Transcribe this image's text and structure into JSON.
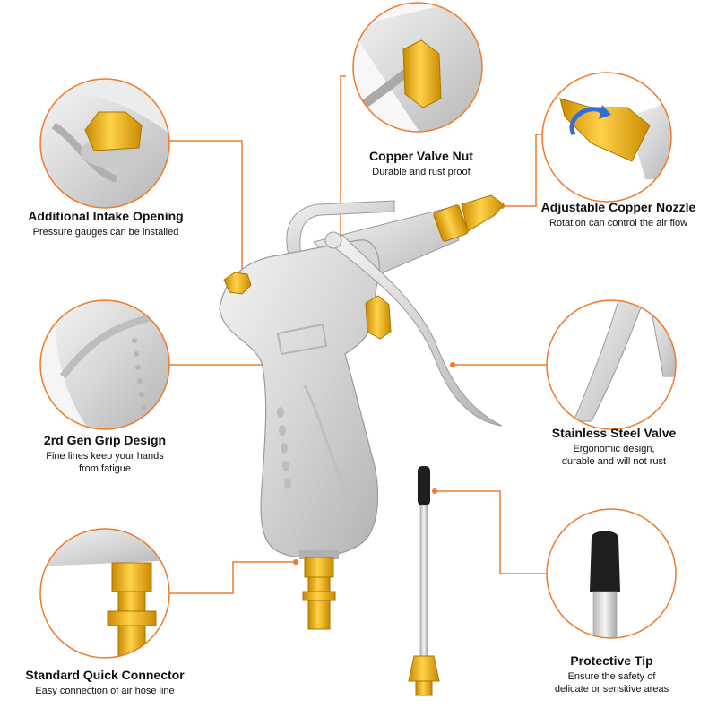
{
  "colors": {
    "accent": "#f07a2a",
    "metal": "#d8d8d8",
    "metal_dark": "#a9a9a9",
    "brass": "#f2b705",
    "brass_dark": "#c78c00",
    "tip": "#1c1c1c"
  },
  "callouts": {
    "intake": {
      "title": "Additional Intake Opening",
      "desc": "Pressure gauges can be installed"
    },
    "valve_nut": {
      "title": "Copper Valve Nut",
      "desc": "Durable and rust proof"
    },
    "nozzle": {
      "title": "Adjustable Copper Nozzle",
      "desc": "Rotation can control the air flow"
    },
    "grip": {
      "title": "2rd Gen Grip Design",
      "desc": "Fine lines keep your hands\nfrom fatigue"
    },
    "steel_valve": {
      "title": "Stainless Steel Valve",
      "desc": "Ergonomic design,\ndurable and will not rust"
    },
    "connector": {
      "title": "Standard Quick Connector",
      "desc": "Easy connection of air hose line"
    },
    "tip": {
      "title": "Protective Tip",
      "desc": "Ensure the safety of\ndelicate or sensitive areas"
    }
  }
}
